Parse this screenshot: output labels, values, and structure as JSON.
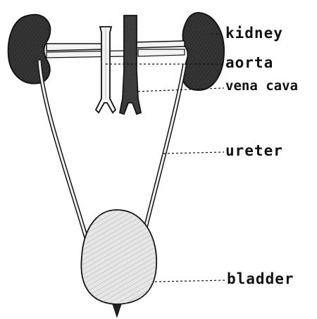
{
  "labels": {
    "kidney": "kidney",
    "aorta": "aorta",
    "vena_cava": "vena cava",
    "ureter": "ureter",
    "bladder": "bladder"
  },
  "colors": {
    "ink": "#111111",
    "organ_dark": "#2f2f2f",
    "bladder_fill": "#e6e6e6",
    "vessel_fill": "#f4f4f4",
    "vena_fill": "#3a3a3a"
  }
}
